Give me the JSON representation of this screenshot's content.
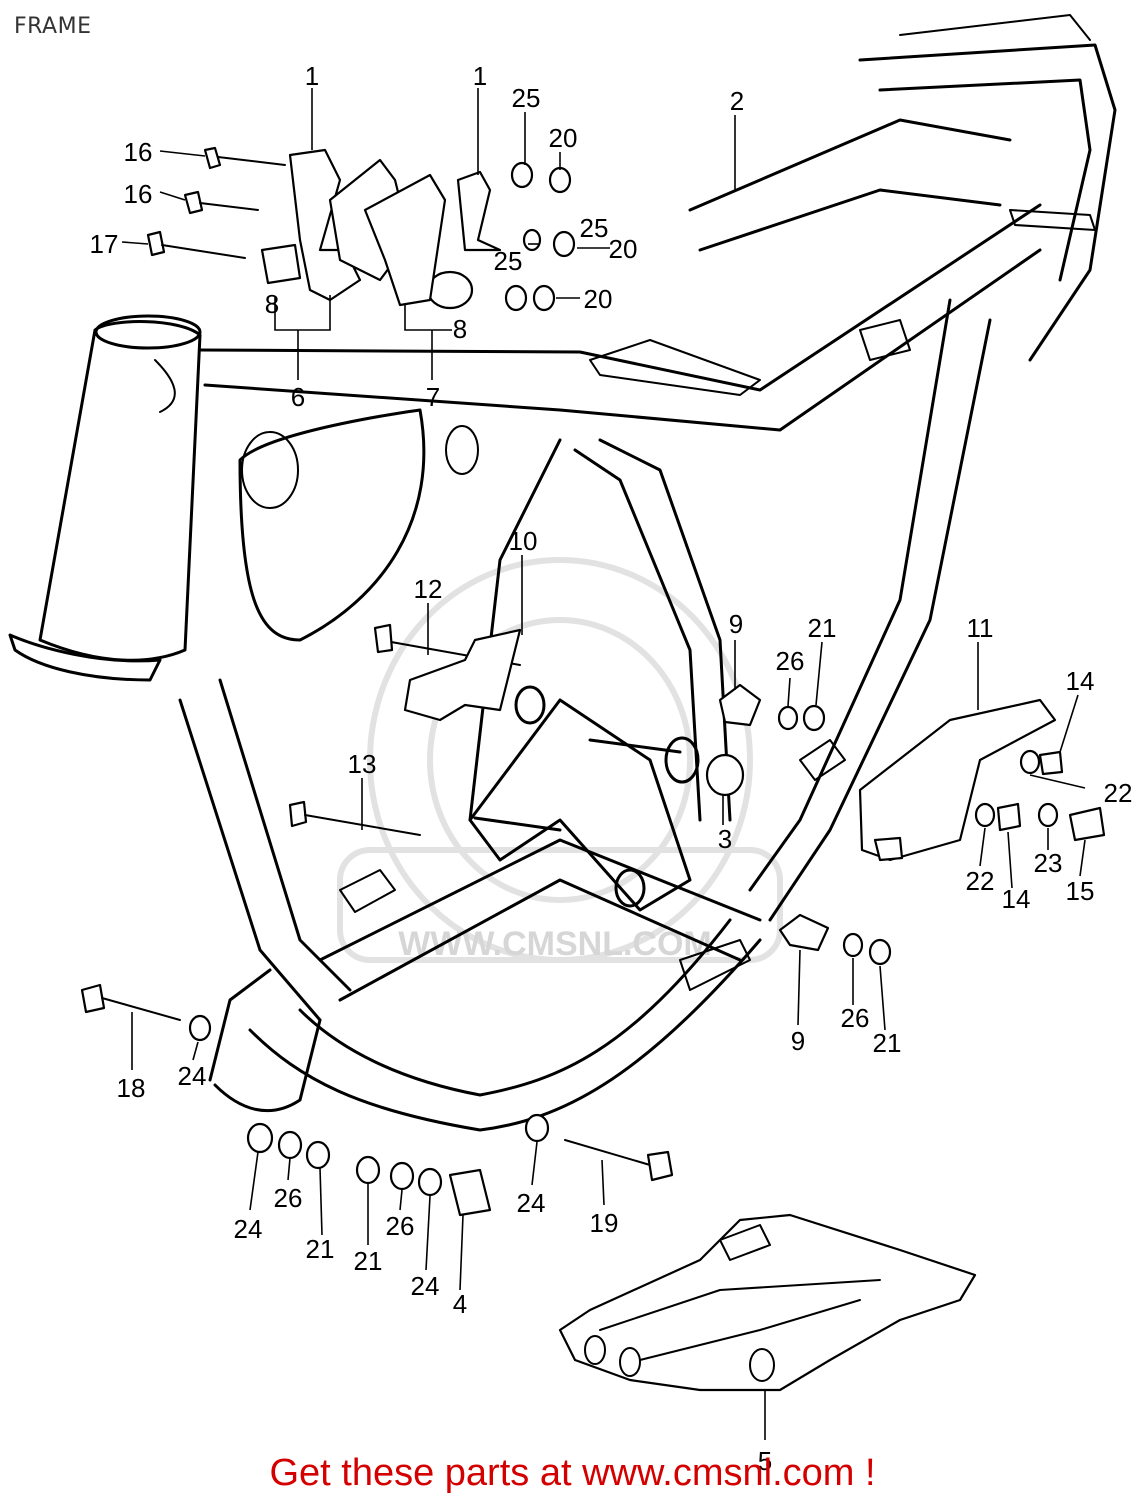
{
  "title": "FRAME",
  "watermark": "WWW.CMSNL.COM",
  "promo": "Get these parts at www.cmsnl.com !",
  "callouts": {
    "c1a": "1",
    "c1b": "1",
    "c2": "2",
    "c3": "3",
    "c4": "4",
    "c5": "5",
    "c6": "6",
    "c7": "7",
    "c8a": "8",
    "c8b": "8",
    "c9a": "9",
    "c9b": "9",
    "c10": "10",
    "c11": "11",
    "c12": "12",
    "c13": "13",
    "c14a": "14",
    "c14b": "14",
    "c15": "15",
    "c16a": "16",
    "c16b": "16",
    "c17": "17",
    "c18": "18",
    "c19": "19",
    "c20a": "20",
    "c20b": "20",
    "c20c": "20",
    "c21a": "21",
    "c21b": "21",
    "c21c": "21",
    "c21d": "21",
    "c22a": "22",
    "c22b": "22",
    "c23": "23",
    "c24a": "24",
    "c24b": "24",
    "c24c": "24",
    "c24d": "24",
    "c25a": "25",
    "c25b": "25",
    "c25c": "25",
    "c26a": "26",
    "c26b": "26",
    "c26c": "26",
    "c26d": "26"
  }
}
